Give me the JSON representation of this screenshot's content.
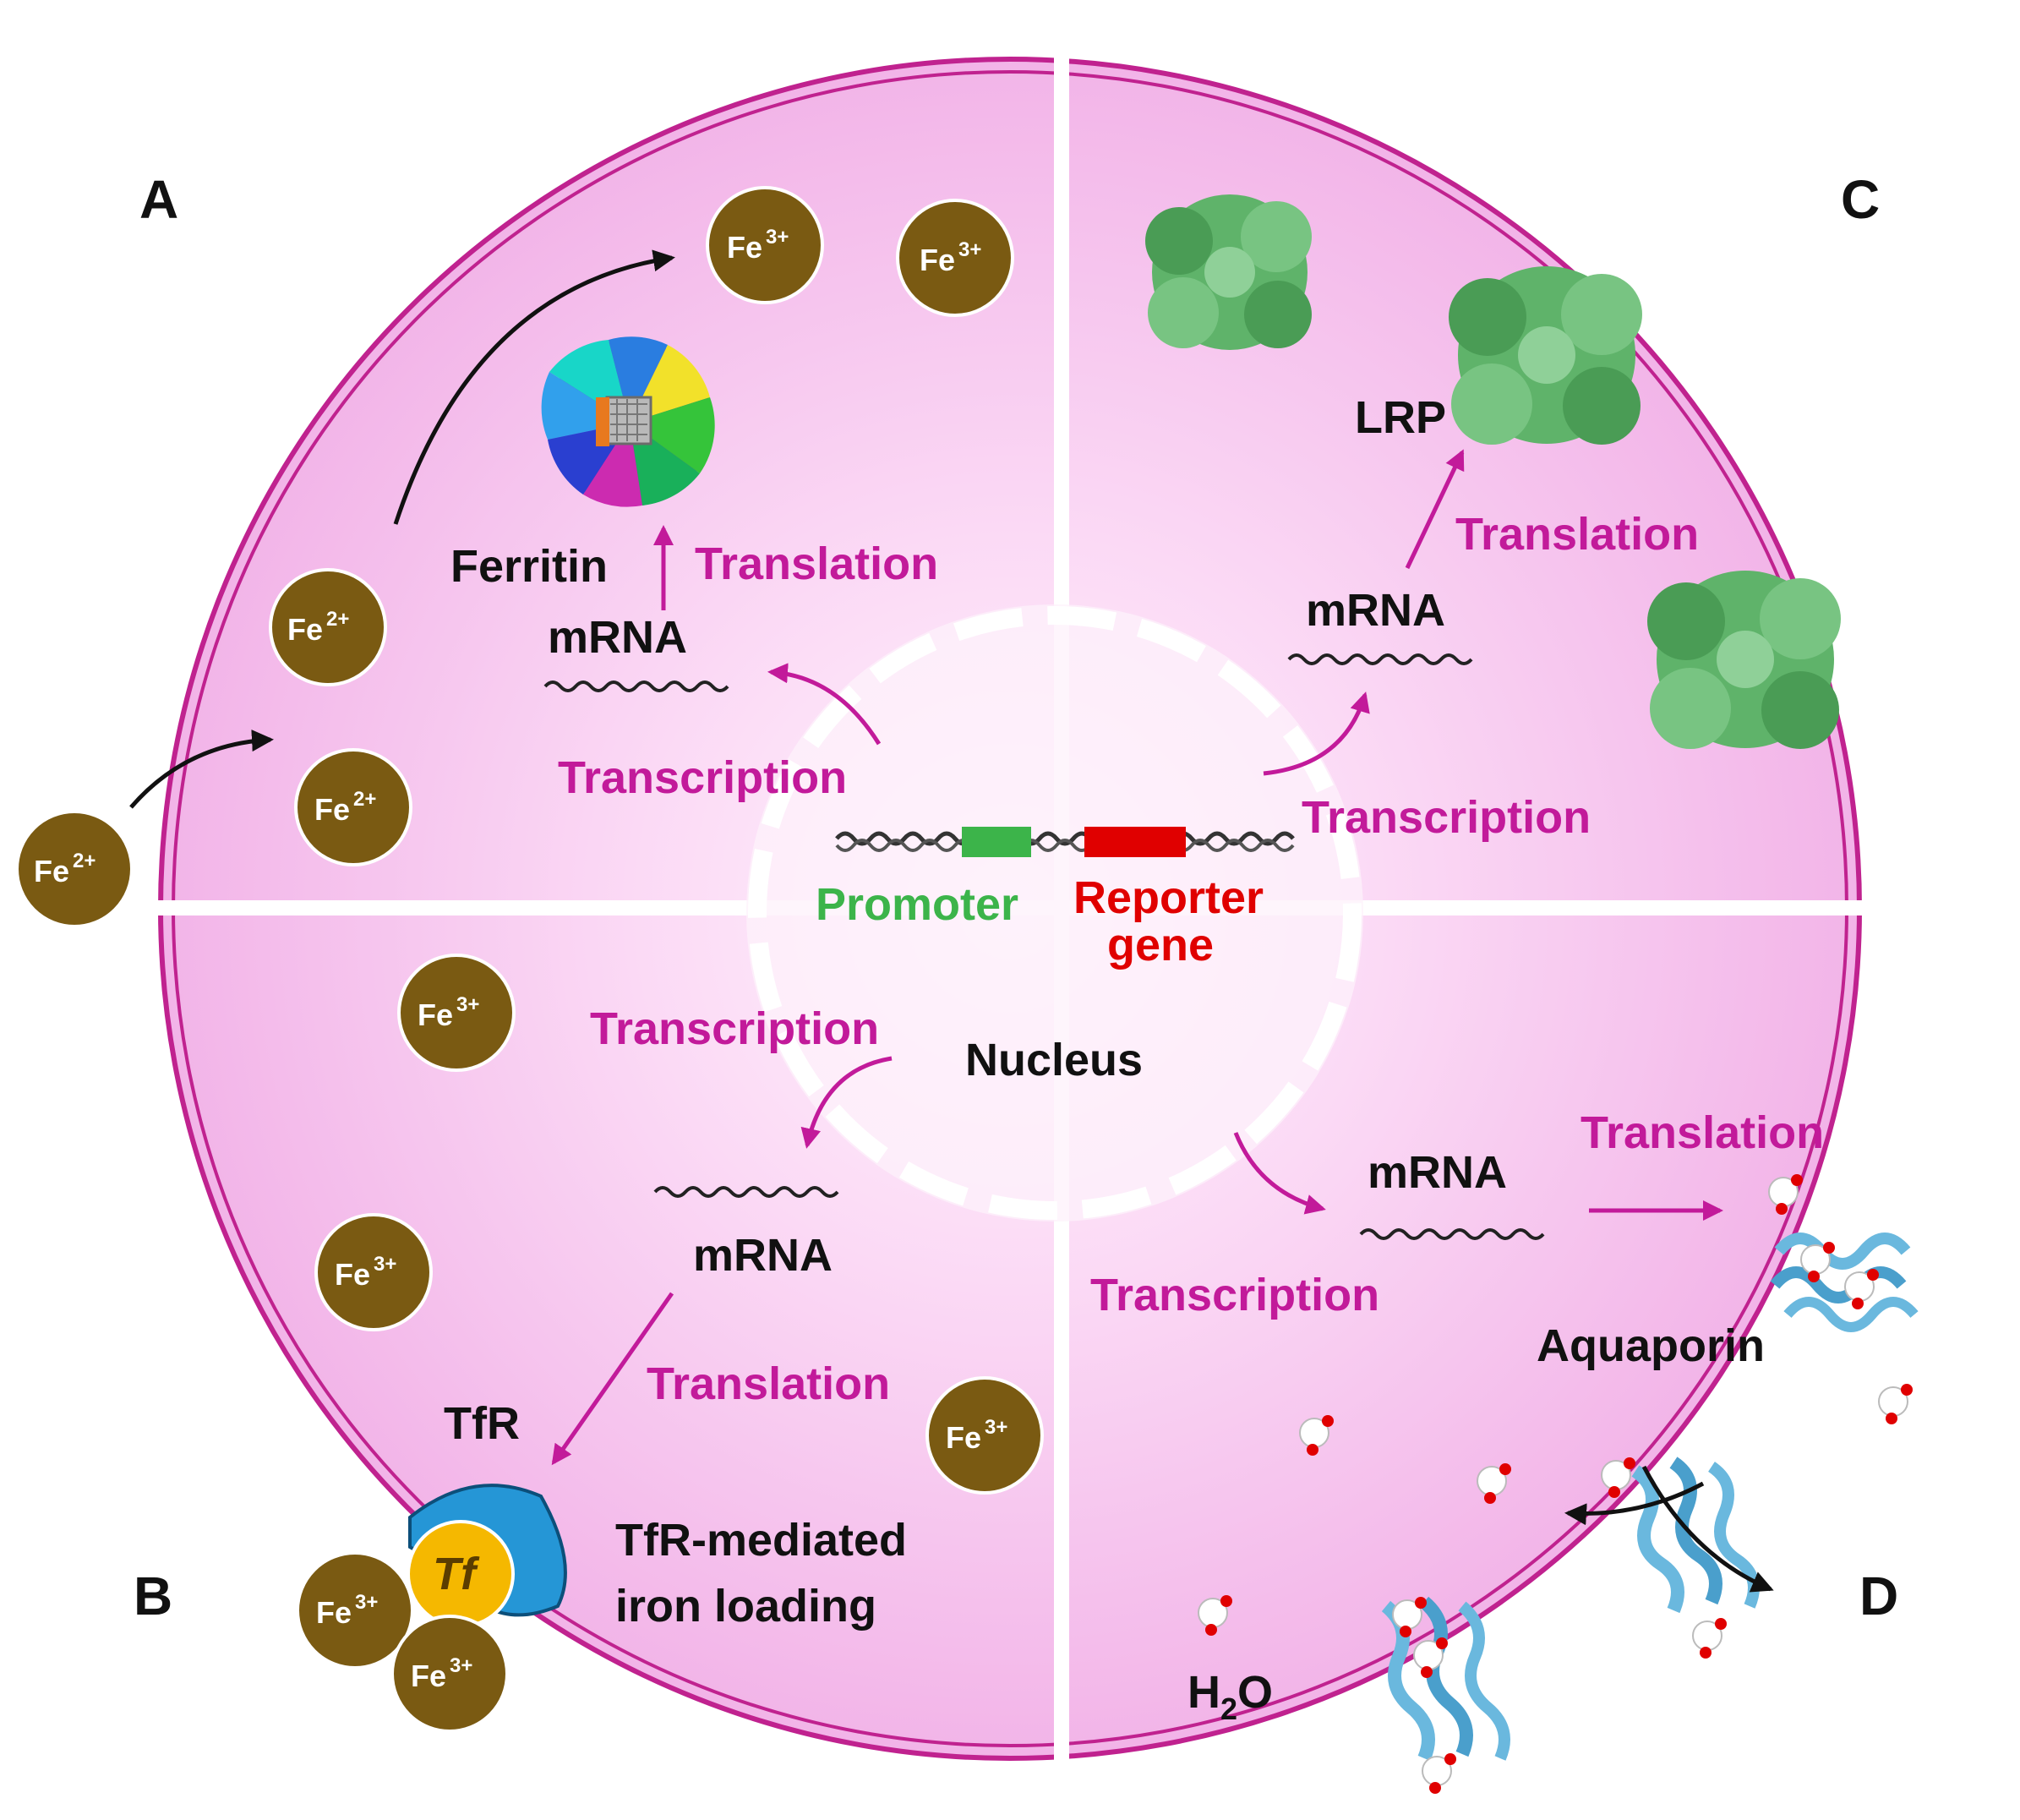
{
  "quadrants": {
    "a": "A",
    "b": "B",
    "c": "C",
    "d": "D"
  },
  "ions": {
    "fe2": "Fe",
    "fe2_charge": "2+",
    "fe3": "Fe",
    "fe3_charge": "3+"
  },
  "labels": {
    "ferritin": "Ferritin",
    "lrp": "LRP",
    "tfr": "TfR",
    "tf": "Tf",
    "tfr_mediated_1": "TfR-mediated",
    "tfr_mediated_2": "iron loading",
    "aquaporin": "Aquaporin",
    "h2o_h": "H",
    "h2o_sub": "2",
    "h2o_o": "O",
    "nucleus": "Nucleus",
    "promoter": "Promoter",
    "reporter_1": "Reporter",
    "reporter_2": "gene",
    "mrna": "mRNA",
    "translation": "Translation",
    "transcription": "Transcription"
  },
  "colors": {
    "cell_fill": "#f7c6ef",
    "cell_border": "#c0228f",
    "iron_ion": "#7a5a12",
    "magenta_text": "#c21a9a",
    "promoter": "#3cb44a",
    "reporter": "#e00000",
    "tfr": "#2596d6",
    "tf": "#f5b800",
    "lrp": "#5fb36a",
    "aquaporin": "#6ab8de"
  }
}
